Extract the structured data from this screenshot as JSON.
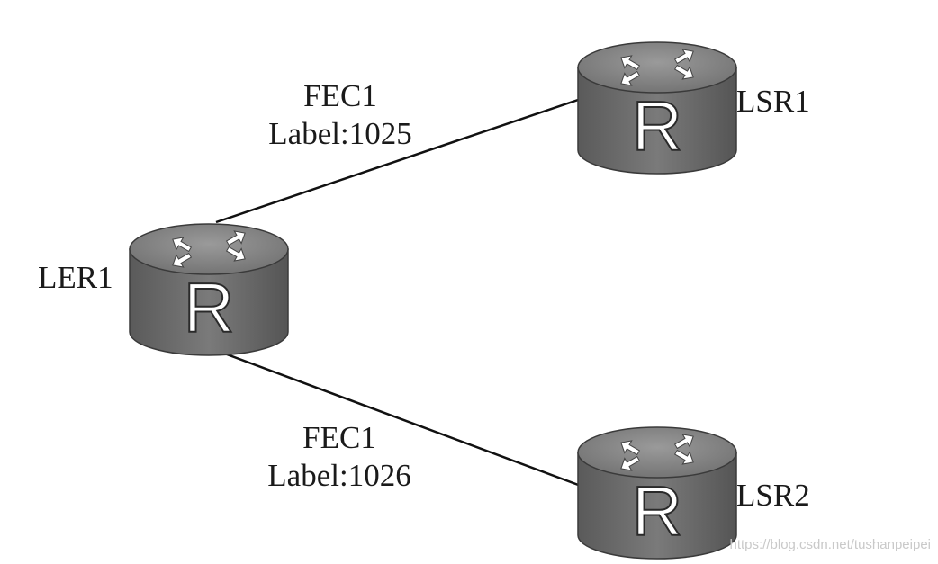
{
  "links": [
    {
      "from": "LER1",
      "to": "LSR1",
      "fec": "FEC1",
      "label": "Label:1025"
    },
    {
      "from": "LER1",
      "to": "LSR2",
      "fec": "FEC1",
      "label": "Label:1026"
    }
  ],
  "routers": [
    {
      "name": "LER1",
      "icon": "router-icon",
      "glyph": "R"
    },
    {
      "name": "LSR1",
      "icon": "router-icon",
      "glyph": "R"
    },
    {
      "name": "LSR2",
      "icon": "router-icon",
      "glyph": "R"
    }
  ],
  "watermark": "https://blog.csdn.net/tushanpeipei",
  "colors": {
    "router_body": "#6b6b6b",
    "router_top": "#8a8a8a",
    "line": "#111111"
  }
}
